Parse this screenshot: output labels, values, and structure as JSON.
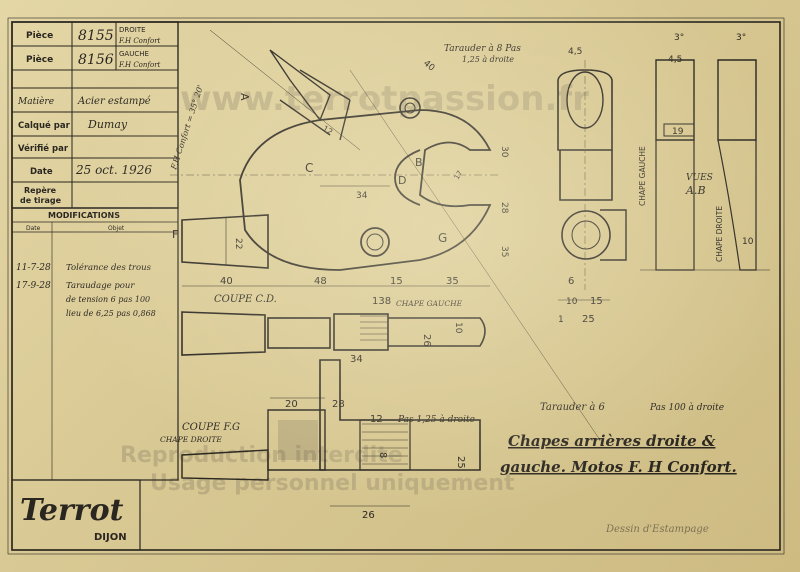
{
  "title_block": {
    "rows": [
      {
        "label": "Pièce",
        "number": "8155",
        "desc1": "DROITE",
        "desc2": "F.H Confort"
      },
      {
        "label": "Pièce",
        "number": "8156",
        "desc1": "GAUCHE",
        "desc2": "F.H Confort"
      }
    ],
    "matiere_label": "Matière",
    "matiere_value": "Acier estampé",
    "calque_label": "Calqué par",
    "calque_value": "Dumay",
    "verifie_label": "Vérifié par",
    "verifie_value": "",
    "date_label": "Date",
    "date_value": "25 oct. 1926",
    "repere_label1": "Repère",
    "repere_label2": "de tirage",
    "modifications_title": "MODIFICATIONS",
    "mod_date_header": "Date",
    "mod_object_header": "Objet",
    "modifications": [
      {
        "date": "11-7-28",
        "text1": "Tolérance des trous",
        "text2": ""
      },
      {
        "date": "17-9-28",
        "text1": "Taraudage pour",
        "text2": "de tension 6 pas 100"
      },
      {
        "date": "",
        "text1": "lieu de 6,25 pas 0,868",
        "text2": ""
      }
    ]
  },
  "brand": {
    "name": "Terrot",
    "city": "DIJON"
  },
  "caption": {
    "line1": "Chapes arrières droite &",
    "line2": "gauche. Motos F. H Confort."
  },
  "notes": {
    "tarauder_top": "Tarauder à 8 Pas",
    "tarauder_top_pitch": "1,25 à droite",
    "tarauder_bottom": "Tarauder à 6",
    "tarauder_bottom_pitch": "Pas 100 à droite",
    "pas_bottom": "Pas 1,25 à droite",
    "fh_confort_angle": "F.H Confort = 35° 20'",
    "coupe_cd": "COUPE C.D.",
    "chape_gauche_label": "CHAPE GAUCHE",
    "coupe_fg": "COUPE F.G",
    "chape_droite_label": "CHAPE DROITE",
    "vues_label": "VUES",
    "vues_letters": "A.B",
    "chape_gauche_vert": "CHAPE GAUCHE",
    "chape_droite_vert": "CHAPE DROITE",
    "letters": {
      "C": "C",
      "D": "D",
      "B": "B",
      "G": "G",
      "F": "F",
      "A": "A"
    },
    "signature": "Dessin d'Estampage"
  },
  "dimensions": {
    "d40_top": "40",
    "d4_5_top": "4,5",
    "d4_5_right": "4,5",
    "d3a": "3°",
    "d3b": "3°",
    "d30": "30",
    "d34_top": "34",
    "d17": "17",
    "d28_right": "28",
    "d35_upper": "35",
    "d19": "19",
    "d12": "12",
    "d22": "22",
    "d10_right": "10",
    "d40": "40",
    "d48": "48",
    "d15": "15",
    "d35": "35",
    "d6": "6",
    "d10_mid": "10",
    "d15_mid": "15",
    "d1": "1",
    "d25_mid": "25",
    "d138": "138",
    "d34_mid": "34",
    "d26_vert": "26",
    "d10_vert": "10",
    "d20": "20",
    "d28": "28",
    "d12_bot": "12",
    "d25_vert": "25",
    "d26_bot": "26",
    "d8": "8"
  },
  "watermark": {
    "line1": "www.terrotpassion.fr",
    "line2": "Reproduction interdite",
    "line3": "Usage personnel uniquement"
  }
}
